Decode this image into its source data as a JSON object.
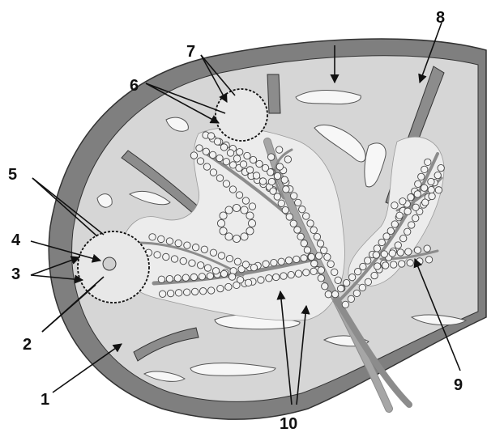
{
  "diagram": {
    "colors": {
      "capsule": "#7f7f7f",
      "pulp": "#d6d6d6",
      "white_pulp": "#ececec",
      "vessel": "#8c8c8c",
      "sinus": "#f7f7f7",
      "outline": "#333333"
    },
    "labels": [
      {
        "id": "1",
        "text": "1"
      },
      {
        "id": "2",
        "text": "2"
      },
      {
        "id": "3",
        "text": "3"
      },
      {
        "id": "4",
        "text": "4"
      },
      {
        "id": "5",
        "text": "5"
      },
      {
        "id": "6",
        "text": "6"
      },
      {
        "id": "7",
        "text": "7"
      },
      {
        "id": "8",
        "text": "8"
      },
      {
        "id": "9",
        "text": "9"
      },
      {
        "id": "10",
        "text": "10"
      }
    ]
  }
}
